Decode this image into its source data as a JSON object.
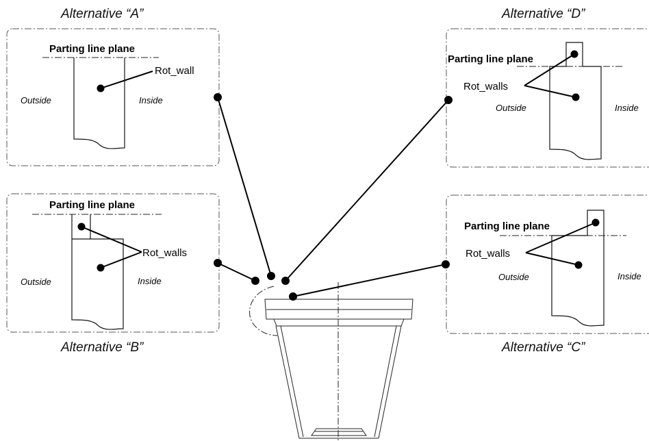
{
  "panel_a": {
    "title": "Alternative “A”",
    "plane_label": "Parting line plane",
    "rot_label": "Rot_wall",
    "outside_label": "Outside",
    "inside_label": "Inside"
  },
  "panel_b": {
    "title": "Alternative “B”",
    "plane_label": "Parting line plane",
    "rot_label": "Rot_walls",
    "outside_label": "Outside",
    "inside_label": "Inside"
  },
  "panel_c": {
    "title": "Alternative “C”",
    "plane_label": "Parting line plane",
    "rot_label": "Rot_walls",
    "outside_label": "Outside",
    "inside_label": "Inside"
  },
  "panel_d": {
    "title": "Alternative “D”",
    "plane_label": "Parting line plane",
    "rot_label": "Rot_walls",
    "outside_label": "Outside",
    "inside_label": "Inside"
  }
}
